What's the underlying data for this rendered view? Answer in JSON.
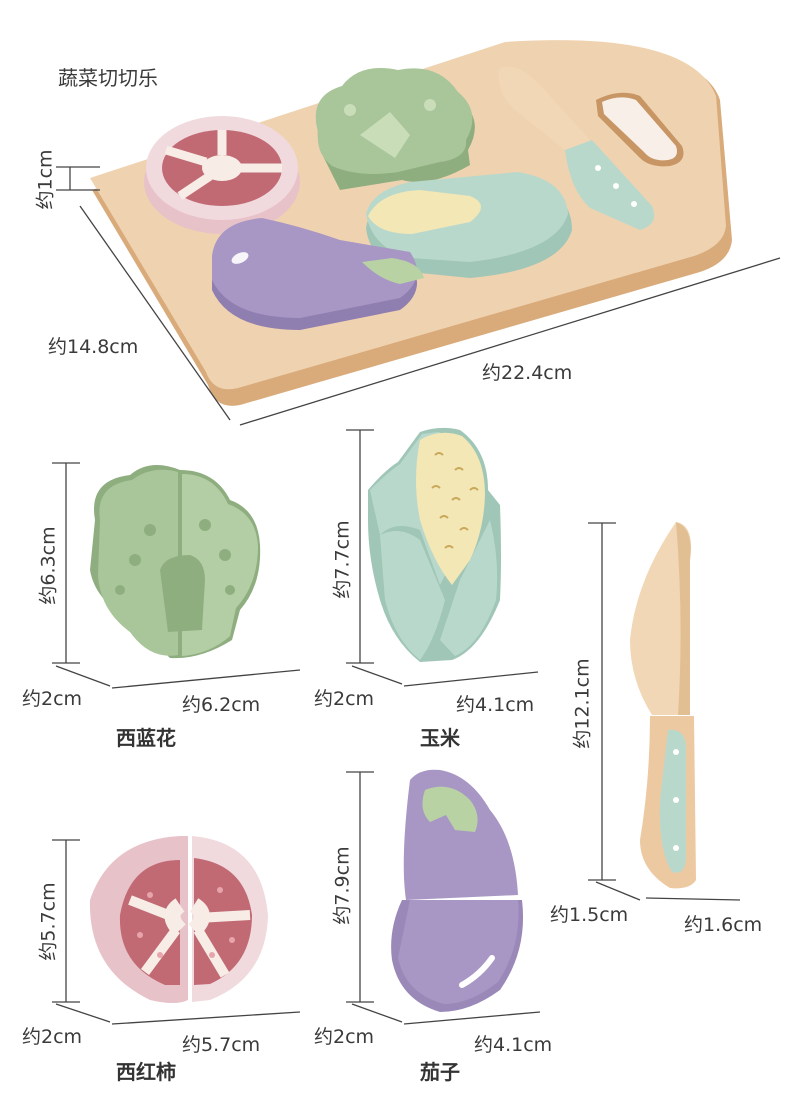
{
  "title": "蔬菜切切乐",
  "board": {
    "thickness": "约1cm",
    "width": "约14.8cm",
    "length": "约22.4cm"
  },
  "broccoli": {
    "name": "西蓝花",
    "height": "约6.3cm",
    "depth": "约2cm",
    "width": "约6.2cm"
  },
  "corn": {
    "name": "玉米",
    "height": "约7.7cm",
    "depth": "约2cm",
    "width": "约4.1cm"
  },
  "knife": {
    "height": "约12.1cm",
    "depth": "约1.5cm",
    "width": "约1.6cm"
  },
  "tomato": {
    "name": "西红柿",
    "height": "约5.7cm",
    "depth": "约2cm",
    "width": "约5.7cm"
  },
  "eggplant": {
    "name": "茄子",
    "height": "约7.9cm",
    "depth": "约2cm",
    "width": "约4.1cm"
  },
  "colors": {
    "wood": "#ecc9a1",
    "green": "#a9c59a",
    "pink": "#f1dade",
    "tomato_red": "#c16a74",
    "purple": "#a897c4",
    "corn_blue": "#b9d8cc",
    "corn_yellow": "#f2e7b5"
  }
}
